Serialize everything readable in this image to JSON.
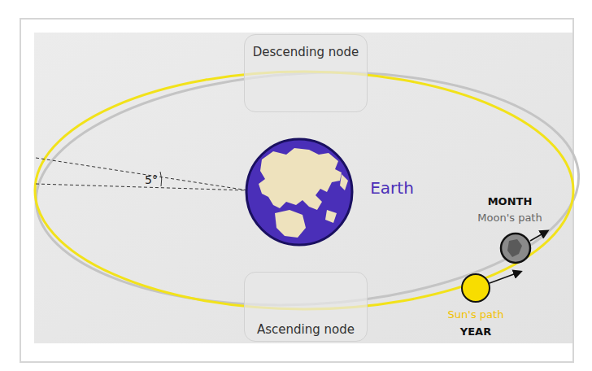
{
  "diagram": {
    "nodes": [
      {
        "text": [
          "Descending node"
        ]
      },
      {
        "text": [
          "Ascending node"
        ]
      }
    ],
    "labels": [
      "5°",
      "Earth",
      "MONTH",
      "Moon's path",
      "Sun's path",
      "YEAR"
    ]
  }
}
